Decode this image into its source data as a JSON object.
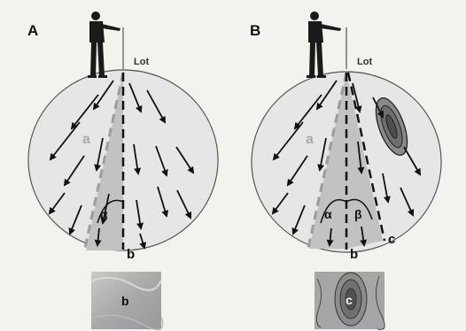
{
  "panels": [
    {
      "letter": "A",
      "lot_label": "Lot",
      "line_a_label": "a",
      "line_b_label": "b",
      "angle_label": "α",
      "inset_label": "b"
    },
    {
      "letter": "B",
      "lot_label": "Lot",
      "line_a_label": "a",
      "line_b_label": "b",
      "line_c_label": "c",
      "angle_alpha_label": "α",
      "angle_beta_label": "β",
      "inset_label": "c"
    }
  ],
  "colors": {
    "disc_fill": "#e6e6e6",
    "wedge_fill": "#c2c2c2",
    "arrow": "#111111",
    "dashed_gray": "#9c9c9c",
    "dashed_black": "#111111"
  }
}
